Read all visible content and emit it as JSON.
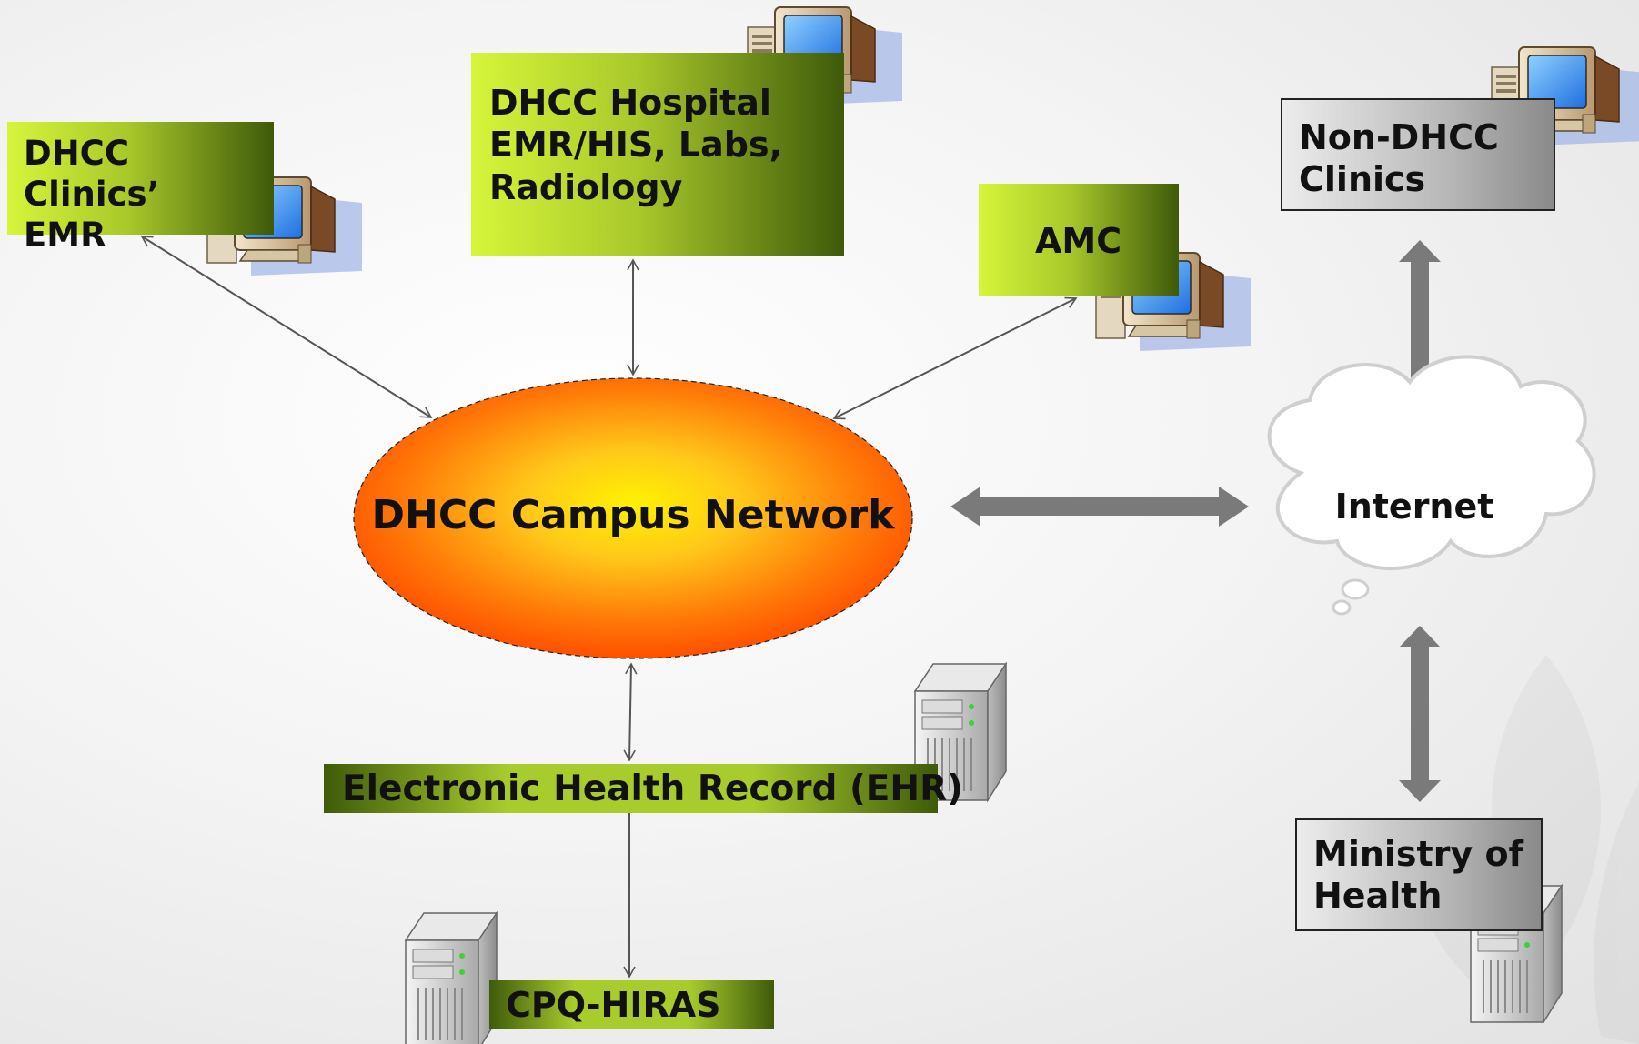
{
  "nodes": {
    "clinics_emr": {
      "line1": "DHCC Clinics’",
      "line2": "EMR"
    },
    "hospital": {
      "line1": "DHCC Hospital",
      "line2": "EMR/HIS, Labs,",
      "line3": "Radiology"
    },
    "amc": {
      "label": "AMC"
    },
    "non_dhcc": {
      "line1": "Non-DHCC",
      "line2": "Clinics"
    },
    "campus_network": {
      "label": "DHCC Campus Network"
    },
    "internet": {
      "label": "Internet"
    },
    "ehr": {
      "label": "Electronic Health Record (EHR)"
    },
    "cpq": {
      "label": "CPQ-HIRAS"
    },
    "moh": {
      "line1": "Ministry of",
      "line2": "Health"
    }
  },
  "icons": {
    "workstation": "desktop-computer-icon",
    "server": "server-tower-icon",
    "cloud": "cloud-icon"
  },
  "colors": {
    "green_light": "#d6f53a",
    "green_dark": "#3e5a0a",
    "orange_center": "#ffd21a",
    "orange_edge": "#ff5a00",
    "arrow_thin": "#555555",
    "arrow_thick": "#7a7a7a",
    "gray_box": "#a8a8a8"
  }
}
